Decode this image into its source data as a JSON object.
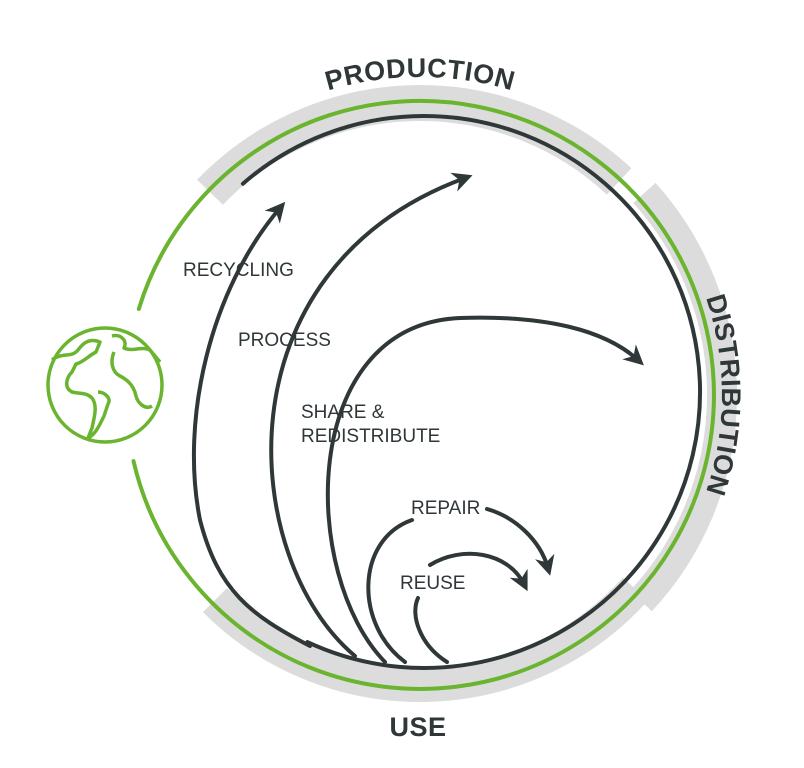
{
  "diagram": {
    "title": "Circular economy lifecycle",
    "stages": {
      "production": "PRODUCTION",
      "distribution": "DISTRIBUTION",
      "use": "USE"
    },
    "loops": {
      "recycling": "RECYCLING",
      "process": "PROCESS",
      "share_line1": "SHARE &",
      "share_line2": "REDISTRIBUTE",
      "repair": "REPAIR",
      "reuse": "REUSE"
    },
    "icons": {
      "globe": "globe-icon"
    },
    "colors": {
      "accent": "#6ab42f",
      "line": "#2f3739",
      "band": "#dcdcdc"
    }
  }
}
